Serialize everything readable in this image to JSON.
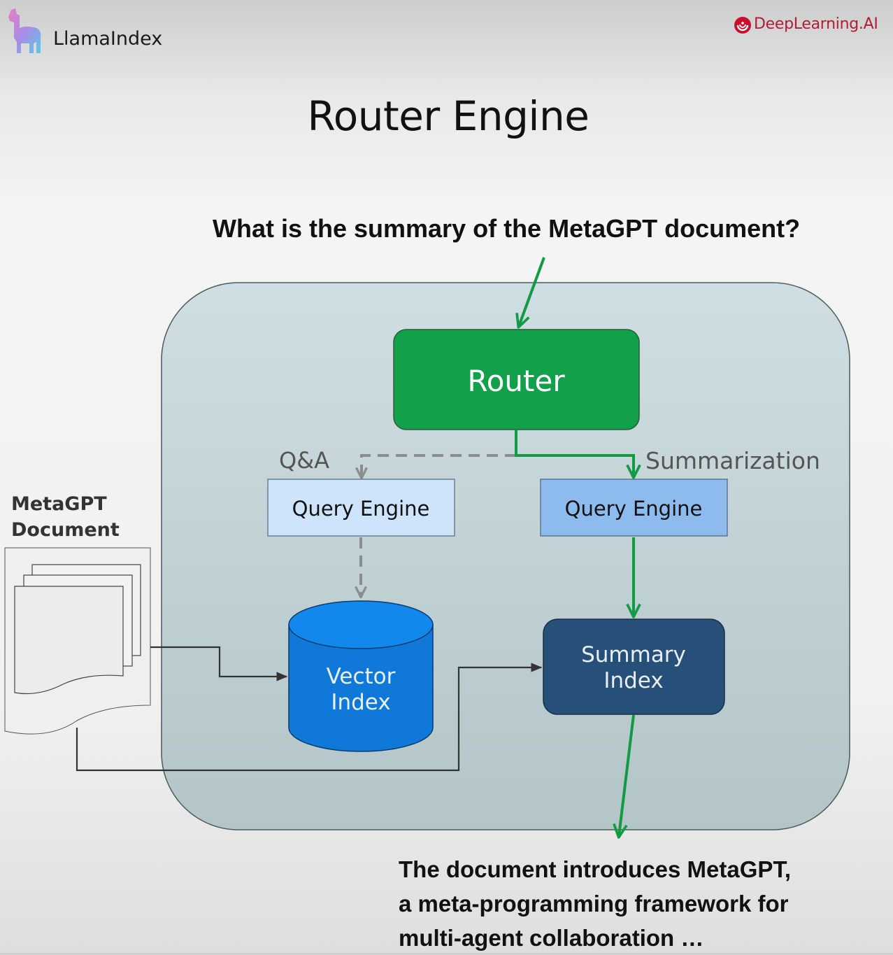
{
  "header": {
    "brand_logo_text": "LlamaIndex",
    "partner_logo_text": "DeepLearning.AI"
  },
  "title": "Router Engine",
  "query": "What is the summary of the MetaGPT document?",
  "diagram": {
    "router_label": "Router",
    "qa_label": "Q&A",
    "summarization_label": "Summarization",
    "query_engine_left_label": "Query Engine",
    "query_engine_right_label": "Query Engine",
    "vector_index_line1": "Vector",
    "vector_index_line2": "Index",
    "summary_index_line1": "Summary",
    "summary_index_line2": "Index",
    "document_label_line1": "MetaGPT",
    "document_label_line2": "Document"
  },
  "answer": {
    "line1": "The document introduces MetaGPT,",
    "line2": "a meta-programming framework for",
    "line3": "multi-agent collaboration …"
  },
  "colors": {
    "router_green": "#12a04a",
    "active_path_green": "#129a44",
    "inactive_path_gray": "#8c8c8c",
    "query_engine_left": "#cde4fb",
    "query_engine_right": "#8dbbee",
    "vector_index_blue": "#0f7fe3",
    "summary_index_navy": "#264f7a",
    "container_fill": "#c5d6da"
  },
  "icons": {
    "brand_logo": "llama-icon",
    "partner_logo": "deeplearning-swirl-icon",
    "document": "document-stack-icon"
  }
}
